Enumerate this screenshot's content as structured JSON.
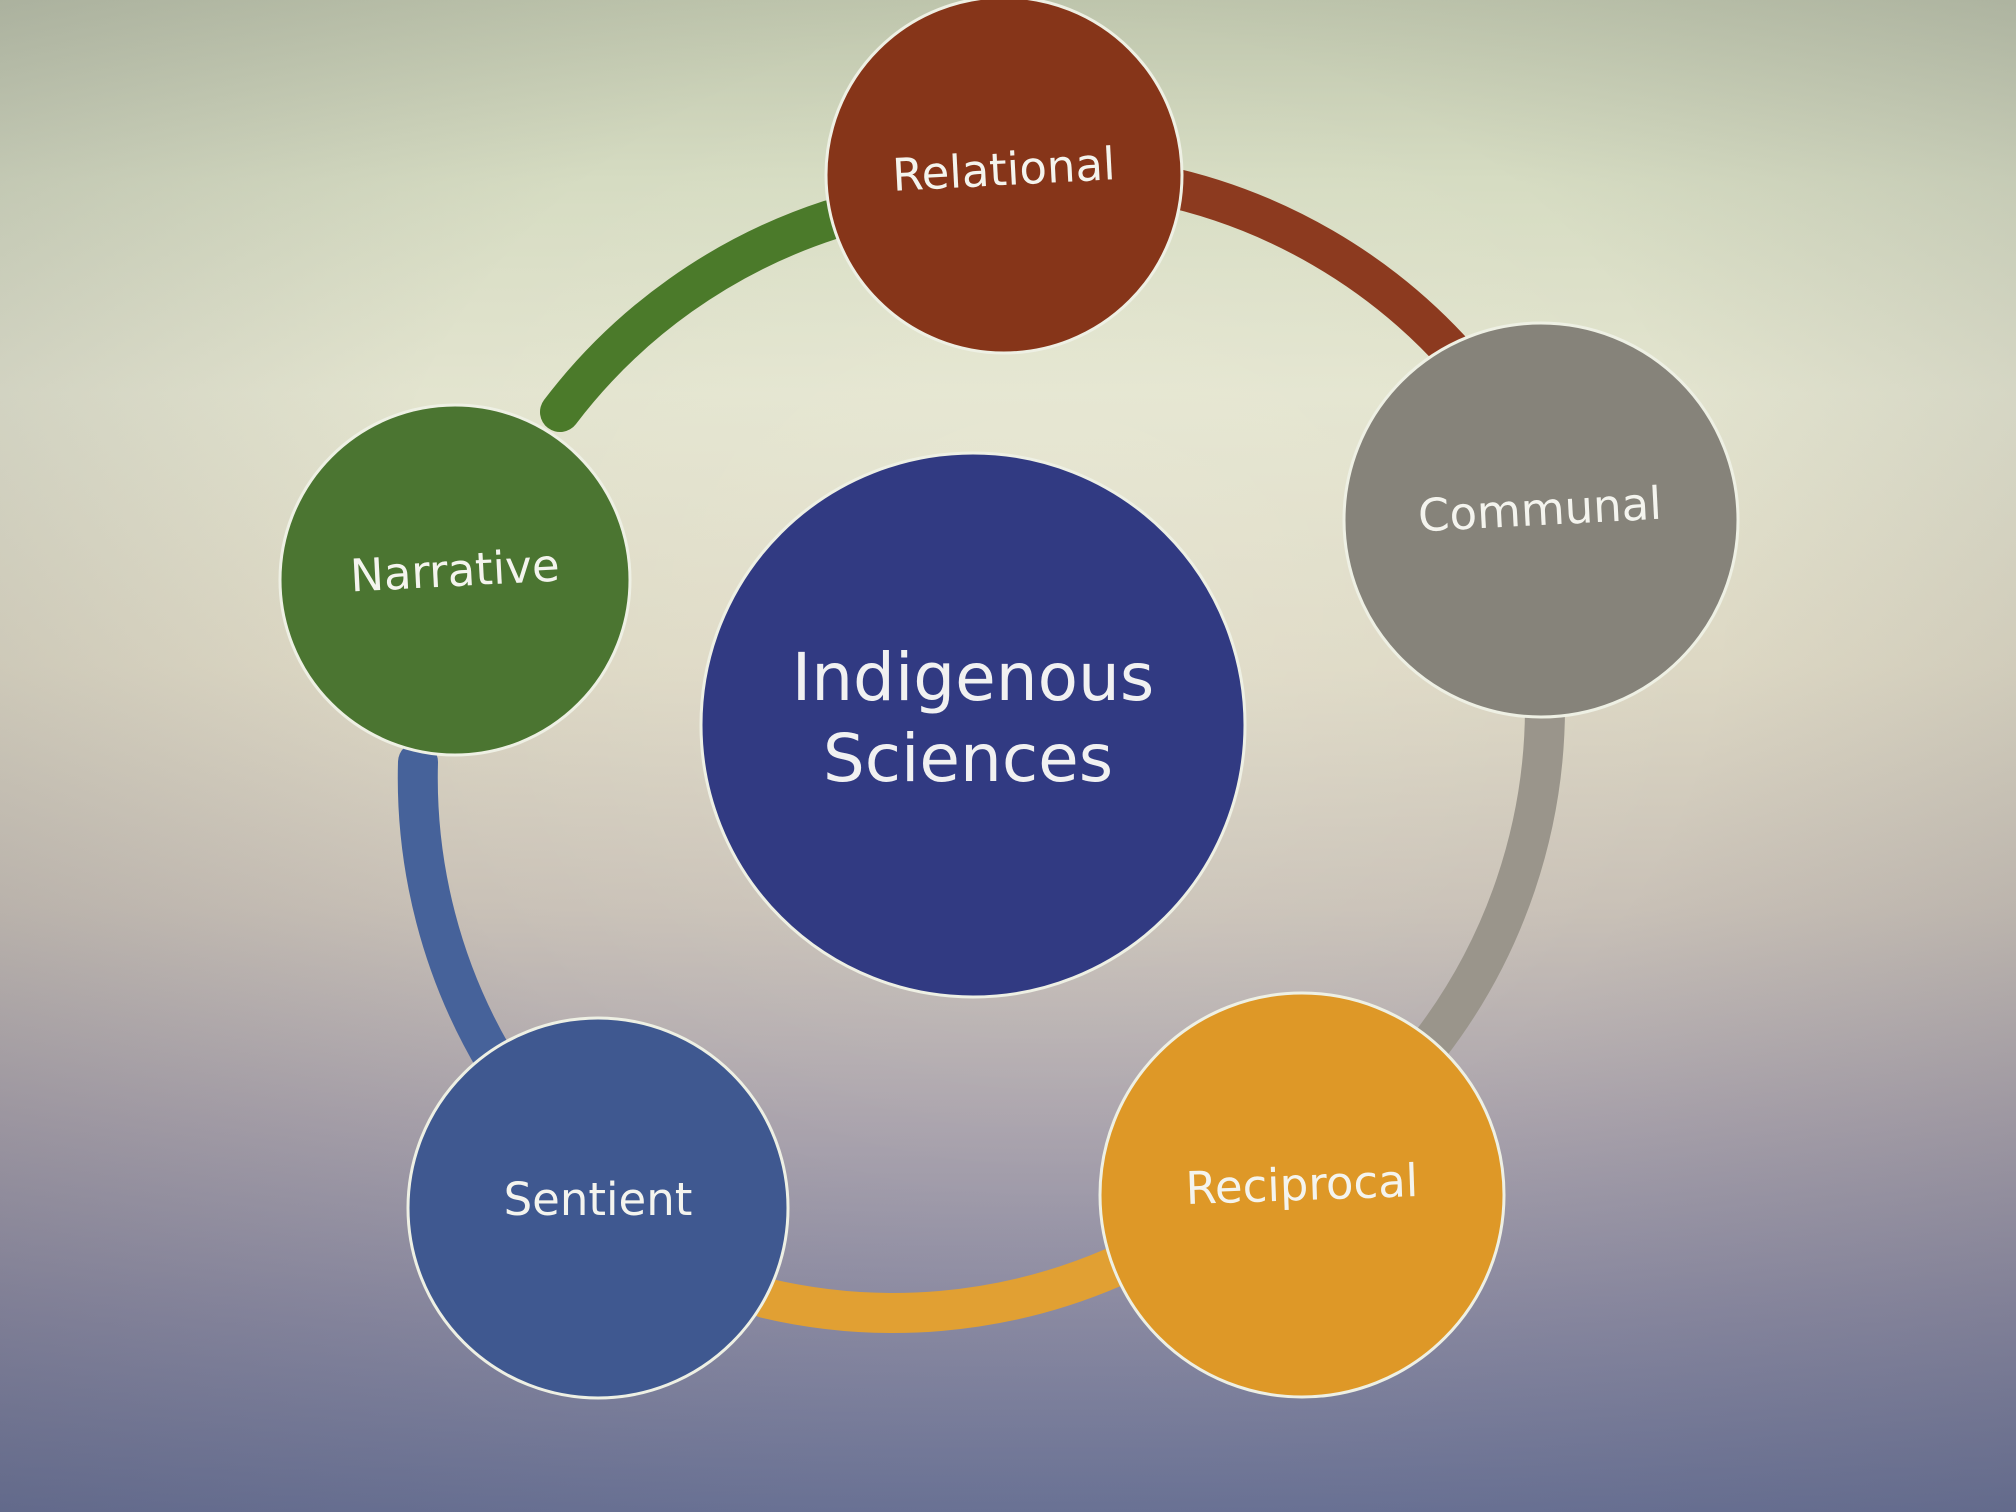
{
  "center": {
    "line1": "Indigenous",
    "line2": "Sciences",
    "color": "#313a82"
  },
  "nodes": [
    {
      "label": "Relational",
      "color": "#863519"
    },
    {
      "label": "Communal",
      "color": "#86837a"
    },
    {
      "label": "Reciprocal",
      "color": "#de9827"
    },
    {
      "label": "Sentient",
      "color": "#3f5890"
    },
    {
      "label": "Narrative",
      "color": "#4b7531"
    }
  ],
  "ring_colors": {
    "relational_to_communal": "#8c3a1f",
    "communal_to_reciprocal": "#9a958b",
    "reciprocal_to_sentient": "#e1a033",
    "sentient_to_narrative": "#46629a",
    "narrative_to_relational": "#4b7a2a"
  }
}
